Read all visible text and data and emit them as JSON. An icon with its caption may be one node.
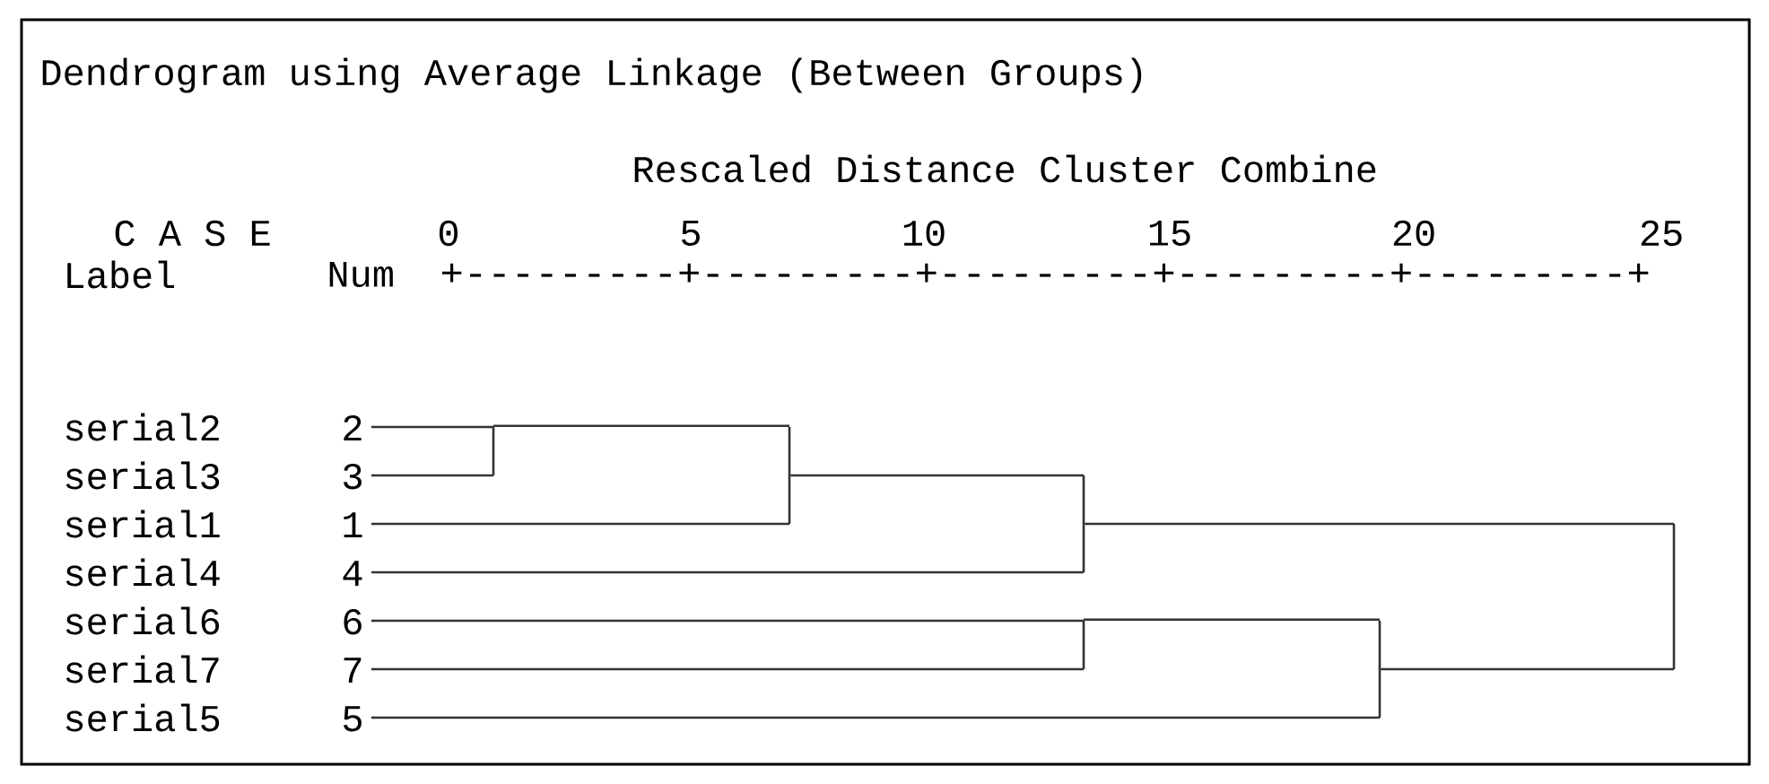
{
  "diagram": {
    "title": "Dendrogram using Average Linkage (Between Groups)",
    "nodes": [
      {
        "text": [
          "serial2",
          "2"
        ]
      },
      {
        "text": [
          "serial3",
          "3"
        ]
      },
      {
        "text": [
          "serial1",
          "1"
        ]
      },
      {
        "text": [
          "serial4",
          "4"
        ]
      },
      {
        "text": [
          "serial6",
          "6"
        ]
      },
      {
        "text": [
          "serial7",
          "7"
        ]
      },
      {
        "text": [
          "serial5",
          "5"
        ]
      },
      {
        "text": [],
        "shape": "bar"
      },
      {
        "text": [],
        "shape": "bar"
      },
      {
        "text": [],
        "shape": "bar"
      },
      {
        "text": [],
        "shape": "bar"
      },
      {
        "text": [],
        "shape": "bar"
      },
      {
        "text": [],
        "shape": "bar"
      }
    ],
    "edges": [
      {
        "from": 0,
        "to": 7,
        "arrow": "none"
      },
      {
        "from": 1,
        "to": 7,
        "arrow": "none"
      },
      {
        "from": 7,
        "to": 8,
        "arrow": "none"
      },
      {
        "from": 2,
        "to": 8,
        "arrow": "none"
      },
      {
        "from": 8,
        "to": 9,
        "arrow": "none"
      },
      {
        "from": 3,
        "to": 9,
        "arrow": "none"
      },
      {
        "from": 4,
        "to": 10,
        "arrow": "none"
      },
      {
        "from": 5,
        "to": 10,
        "arrow": "none"
      },
      {
        "from": 10,
        "to": 11,
        "arrow": "none"
      },
      {
        "from": 6,
        "to": 11,
        "arrow": "none"
      },
      {
        "from": 9,
        "to": 12,
        "arrow": "none"
      },
      {
        "from": 11,
        "to": 12,
        "arrow": "none"
      }
    ],
    "labels": [
      "Rescaled Distance Cluster Combine",
      "C A S E",
      "0",
      "5",
      "10",
      "15",
      "20",
      "25",
      "Label",
      "Num",
      "+---------+---------+---------+---------+---------+"
    ]
  }
}
